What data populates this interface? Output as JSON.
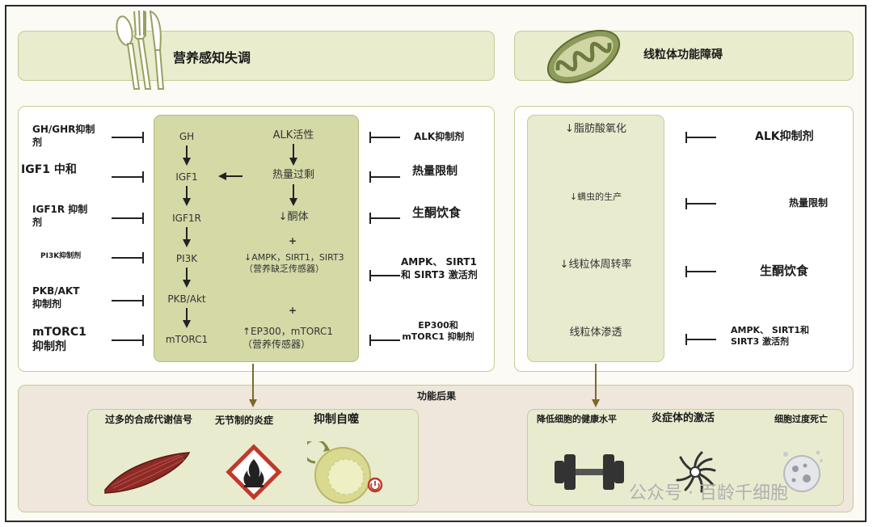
{
  "left_panel": {
    "title": "营养感知失调",
    "inhibitors": [
      "GH/GHR抑制剂",
      "IGF1 中和",
      "IGF1R 抑制剂",
      "PI3K抑制剂",
      "PKB/AKT抑制剂",
      "mTORC1抑制剂"
    ],
    "pathway": [
      "GH",
      "IGF1",
      "IGF1R",
      "PI3K",
      "PKB/Akt",
      "mTORC1"
    ],
    "alk_chain": {
      "alk": "ALK活性",
      "calorie": "热量过剩",
      "ketone": "↓酮体",
      "plus1": "+",
      "sensors": "↓AMPK，SIRT1，SIRT3（营养缺乏传感器）",
      "plus2": "+",
      "mtor": "↑EP300，mTORC1（营养传感器）"
    },
    "interventions": [
      "ALK抑制剂",
      "热量限制",
      "生酮饮食",
      "AMPK、 SIRT1 和 SIRT3 激活剂",
      "EP300和 mTORC1 抑制剂"
    ]
  },
  "right_panel": {
    "title": "线粒体功能障碍",
    "effects": [
      "↓脂肪酸氧化",
      "↓螨虫的生产",
      "↓线粒体周转率",
      "线粒体渗透"
    ],
    "interventions": [
      "ALK抑制剂",
      "热量限制",
      "生酮饮食",
      "AMPK、 SIRT1和 SIRT3 激活剂"
    ]
  },
  "consequences": {
    "title": "功能后果",
    "left": [
      "过多的合成代谢信号",
      "无节制的炎症",
      "抑制自噬"
    ],
    "right": [
      "降低细胞的健康水平",
      "炎症体的激活",
      "细胞过度死亡"
    ]
  },
  "watermark": "公众号 · 百龄千细胞",
  "colors": {
    "banner": "#e9eccd",
    "inner": "#d5d9a6",
    "bottom": "#efe6dc",
    "arrow": "#7a6a2a",
    "muscle": "#8c2a25",
    "hazard": "#c0392b",
    "mito": "#8c9a5a"
  }
}
